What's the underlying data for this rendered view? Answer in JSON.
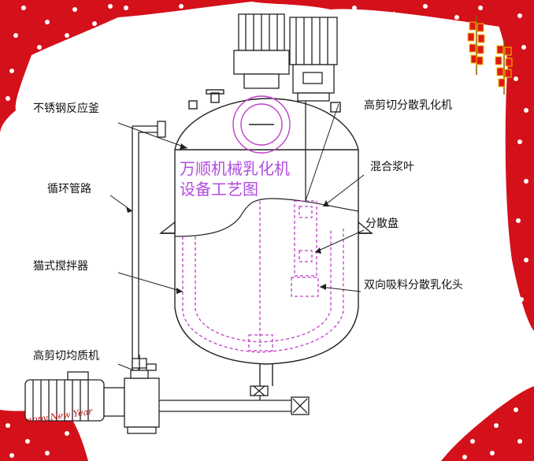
{
  "colors": {
    "border_red": "#d4101a",
    "dot_white": "#ffffff",
    "mixer_magenta": "#c040c8",
    "title_purple": "#b04ce0",
    "line": "#222222"
  },
  "labels": {
    "vessel": "不锈钢反应釜",
    "loop_pipe": "循环管路",
    "anchor_agitator": "猫式搅拌器",
    "inline_homogenizer": "高剪切均质机",
    "high_shear_emulsifier": "高剪切分散乳化机",
    "mixing_blade": "混合浆叶",
    "dispersion_disc": "分散盘",
    "suction_head": "双向吸料分散乳化头"
  },
  "center_title": {
    "line1": "万顺机械乳化机",
    "line2": "设备工艺图"
  },
  "signature": "Happy New Year",
  "bottom_caption": "",
  "icons": [
    "firecracker-icon",
    "firecracker-icon"
  ]
}
